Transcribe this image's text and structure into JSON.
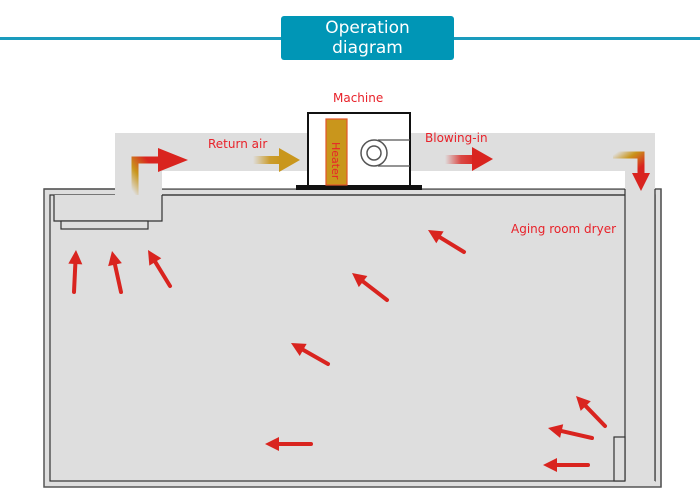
{
  "header": {
    "title_line1": "Operation",
    "title_line2": "diagram",
    "accent_color": "#0096b6"
  },
  "labels": {
    "machine": "Machine",
    "heater": "Heater",
    "return_air": "Return air",
    "blowing_in": "Blowing-in",
    "room": "Aging room dryer"
  },
  "colors": {
    "duct": "#dedede",
    "room": "#dedede",
    "label": "#e8222a",
    "arrow_red": "#d9241f",
    "arrow_gold": "#c9961c",
    "heater_fill": "#c9961c",
    "heater_border": "#e2552a"
  },
  "icons": {
    "fan": "fan-icon",
    "flow_arrow": "arrow-icon"
  }
}
